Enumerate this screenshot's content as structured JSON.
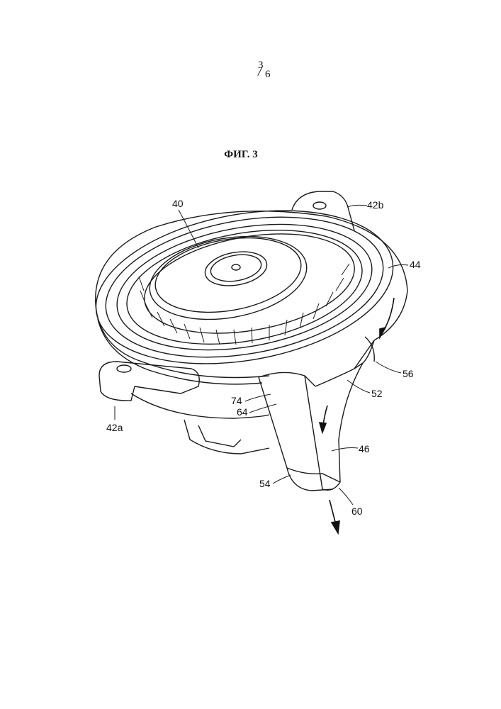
{
  "page_number": {
    "numerator": "3",
    "denominator": "6"
  },
  "figure_title": "ФИГ. 3",
  "labels": {
    "l40": "40",
    "l42b": "42b",
    "l44": "44",
    "l42a": "42a",
    "l74": "74",
    "l64": "64",
    "l56": "56",
    "l52": "52",
    "l46": "46",
    "l54": "54",
    "l60": "60"
  }
}
